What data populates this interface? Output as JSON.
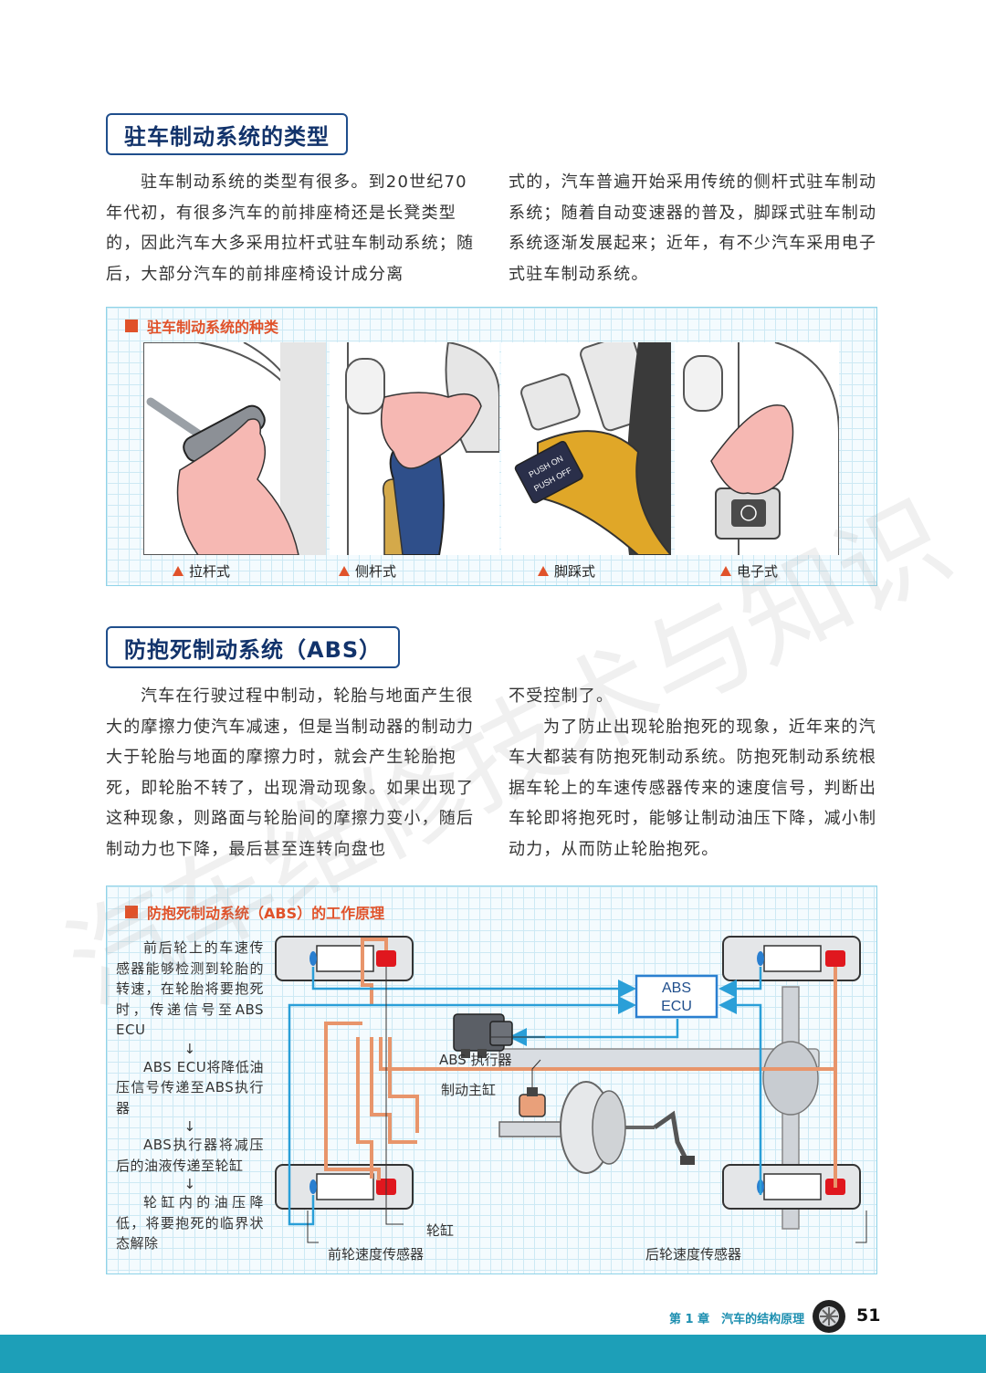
{
  "section1": {
    "title": "驻车制动系统的类型",
    "left_paragraph": "驻车制动系统的类型有很多。到20世纪70年代初，有很多汽车的前排座椅还是长凳类型的，因此汽车大多采用拉杆式驻车制动系统；随后，大部分汽车的前排座椅设计成分离",
    "right_paragraph": "式的，汽车普遍开始采用传统的侧杆式驻车制动系统；随着自动变速器的普及，脚踩式驻车制动系统逐渐发展起来；近年，有不少汽车采用电子式驻车制动系统。"
  },
  "figure1": {
    "heading": "驻车制动系统的种类",
    "captions": [
      "拉杆式",
      "侧杆式",
      "脚踩式",
      "电子式"
    ],
    "pedal_text": [
      "PUSH ON",
      "PUSH OFF"
    ]
  },
  "section2": {
    "title": "防抱死制动系统（ABS）",
    "left_paragraph": "汽车在行驶过程中制动，轮胎与地面产生很大的摩擦力使汽车减速，但是当制动器的制动力大于轮胎与地面的摩擦力时，就会产生轮胎抱死，即轮胎不转了，出现滑动现象。如果出现了这种现象，则路面与轮胎间的摩擦力变小，随后制动力也下降，最后甚至连转向盘也",
    "right_paragraph_1": "不受控制了。",
    "right_paragraph_2": "为了防止出现轮胎抱死的现象，近年来的汽车大都装有防抱死制动系统。防抱死制动系统根据车轮上的车速传感器传来的速度信号，判断出车轮即将抱死时，能够让制动油压下降，减小制动力，从而防止轮胎抱死。"
  },
  "figure2": {
    "heading": "防抱死制动系统（ABS）的工作原理",
    "flow": [
      "前后轮上的车速传感器能够检测到轮胎的转速，在轮胎将要抱死时，传递信号至ABS ECU",
      "ABS ECU将降低油压信号传递至ABS执行器",
      "ABS执行器将减压后的油液传递至轮缸",
      "轮缸内的油压降低，将要抱死的临界状态解除"
    ],
    "flow_arrow": "↓",
    "ecu_label": [
      "ABS",
      "ECU"
    ],
    "labels": {
      "actuator": "ABS 执行器",
      "master_cylinder": "制动主缸",
      "wheel_cylinder": "轮缸",
      "front_sensor": "前轮速度传感器",
      "rear_sensor": "后轮速度传感器"
    }
  },
  "footer": {
    "chapter": "第 1 章　汽车的结构原理",
    "page": "51"
  },
  "watermark": "汽车维修技术与知识",
  "colors": {
    "title_border": "#1f4e8c",
    "accent": "#e0522a",
    "signal_line": "#2a9fd8",
    "oil_line": "#e8956b",
    "footer": "#1d9fb8"
  }
}
